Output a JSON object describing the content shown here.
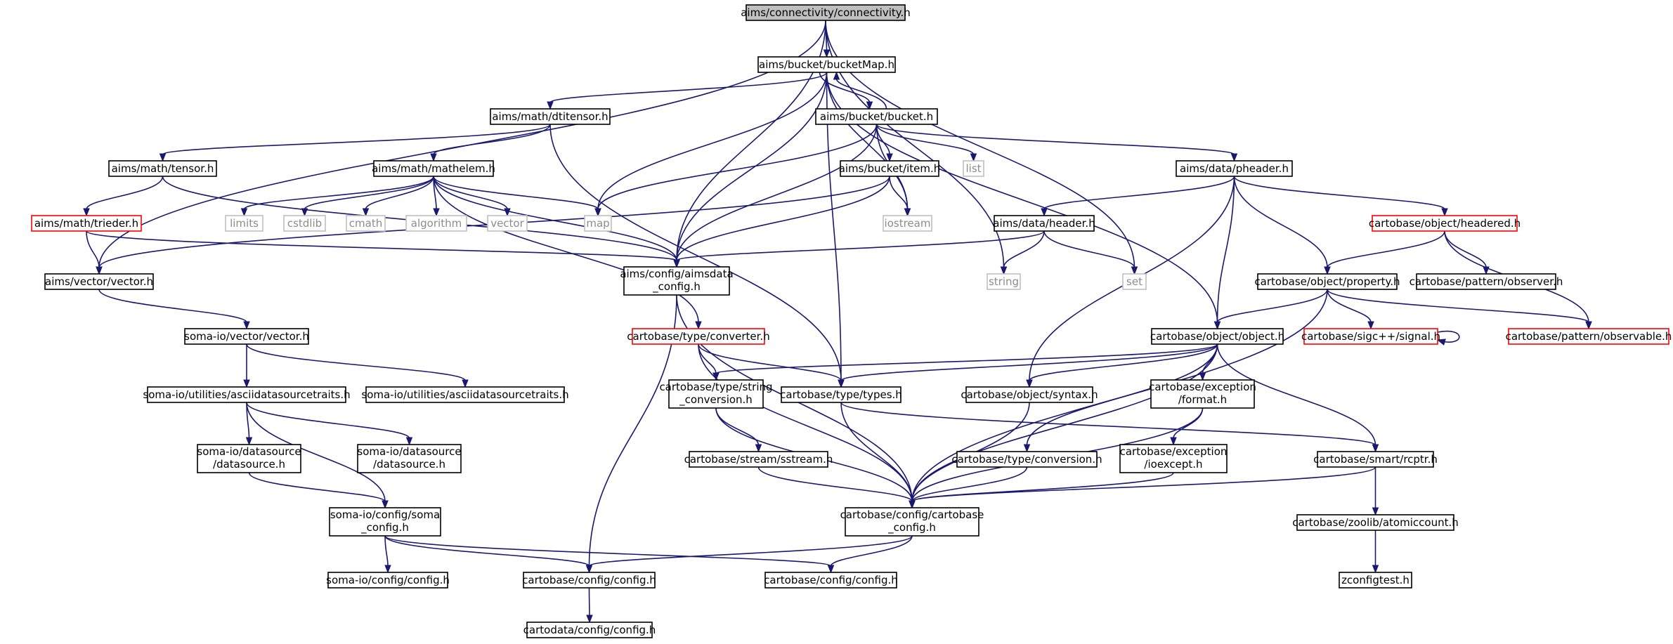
{
  "graph": {
    "nodes": [
      {
        "id": "root",
        "label": [
          "aims/connectivity/connectivity.h"
        ],
        "style": "root"
      },
      {
        "id": "bucketMap",
        "label": [
          "aims/bucket/bucketMap.h"
        ],
        "style": "normal"
      },
      {
        "id": "dtitensor",
        "label": [
          "aims/math/dtitensor.h"
        ],
        "style": "normal"
      },
      {
        "id": "bucket",
        "label": [
          "aims/bucket/bucket.h"
        ],
        "style": "normal"
      },
      {
        "id": "tensor",
        "label": [
          "aims/math/tensor.h"
        ],
        "style": "normal"
      },
      {
        "id": "mathelem",
        "label": [
          "aims/math/mathelem.h"
        ],
        "style": "normal"
      },
      {
        "id": "item",
        "label": [
          "aims/bucket/item.h"
        ],
        "style": "normal"
      },
      {
        "id": "list",
        "label": [
          "list"
        ],
        "style": "system"
      },
      {
        "id": "pheader",
        "label": [
          "aims/data/pheader.h"
        ],
        "style": "normal"
      },
      {
        "id": "trieder",
        "label": [
          "aims/math/trieder.h"
        ],
        "style": "truncated"
      },
      {
        "id": "limits",
        "label": [
          "limits"
        ],
        "style": "system"
      },
      {
        "id": "cstdlib",
        "label": [
          "cstdlib"
        ],
        "style": "system"
      },
      {
        "id": "cmath",
        "label": [
          "cmath"
        ],
        "style": "system"
      },
      {
        "id": "algorithm",
        "label": [
          "algorithm"
        ],
        "style": "system"
      },
      {
        "id": "vector",
        "label": [
          "vector"
        ],
        "style": "system"
      },
      {
        "id": "map",
        "label": [
          "map"
        ],
        "style": "system"
      },
      {
        "id": "iostream",
        "label": [
          "iostream"
        ],
        "style": "system"
      },
      {
        "id": "header",
        "label": [
          "aims/data/header.h"
        ],
        "style": "normal"
      },
      {
        "id": "headered",
        "label": [
          "cartobase/object/headered.h"
        ],
        "style": "truncated"
      },
      {
        "id": "aimsvector",
        "label": [
          "aims/vector/vector.h"
        ],
        "style": "normal"
      },
      {
        "id": "aimsdata_config",
        "label": [
          "aims/config/aimsdata",
          "_config.h"
        ],
        "style": "normal"
      },
      {
        "id": "string",
        "label": [
          "string"
        ],
        "style": "system"
      },
      {
        "id": "set",
        "label": [
          "set"
        ],
        "style": "system"
      },
      {
        "id": "property",
        "label": [
          "cartobase/object/property.h"
        ],
        "style": "normal"
      },
      {
        "id": "observer",
        "label": [
          "cartobase/pattern/observer.h"
        ],
        "style": "normal"
      },
      {
        "id": "somavector",
        "label": [
          "soma-io/vector/vector.h"
        ],
        "style": "normal"
      },
      {
        "id": "converter",
        "label": [
          "cartobase/type/converter.h"
        ],
        "style": "truncated"
      },
      {
        "id": "object",
        "label": [
          "cartobase/object/object.h"
        ],
        "style": "normal"
      },
      {
        "id": "signal",
        "label": [
          "cartobase/sigc++/signal.h"
        ],
        "style": "truncated"
      },
      {
        "id": "observable",
        "label": [
          "cartobase/pattern/observable.h"
        ],
        "style": "truncated"
      },
      {
        "id": "asciitraits1",
        "label": [
          "soma-io/utilities/asciidatasourcetraits.h"
        ],
        "style": "normal"
      },
      {
        "id": "asciitraits2",
        "label": [
          "soma-io/utilities/asciidatasourcetraits.h"
        ],
        "style": "normal"
      },
      {
        "id": "stringconv",
        "label": [
          "cartobase/type/string",
          "_conversion.h"
        ],
        "style": "normal"
      },
      {
        "id": "types",
        "label": [
          "cartobase/type/types.h"
        ],
        "style": "normal"
      },
      {
        "id": "syntax",
        "label": [
          "cartobase/object/syntax.h"
        ],
        "style": "normal"
      },
      {
        "id": "format",
        "label": [
          "cartobase/exception",
          "/format.h"
        ],
        "style": "normal"
      },
      {
        "id": "datasource1",
        "label": [
          "soma-io/datasource",
          "/datasource.h"
        ],
        "style": "normal"
      },
      {
        "id": "datasource2",
        "label": [
          "soma-io/datasource",
          "/datasource.h"
        ],
        "style": "normal"
      },
      {
        "id": "sstream",
        "label": [
          "cartobase/stream/sstream.h"
        ],
        "style": "normal"
      },
      {
        "id": "conversion",
        "label": [
          "cartobase/type/conversion.h"
        ],
        "style": "normal"
      },
      {
        "id": "ioexcept",
        "label": [
          "cartobase/exception",
          "/ioexcept.h"
        ],
        "style": "normal"
      },
      {
        "id": "rcptr",
        "label": [
          "cartobase/smart/rcptr.h"
        ],
        "style": "normal"
      },
      {
        "id": "soma_config",
        "label": [
          "soma-io/config/soma",
          "_config.h"
        ],
        "style": "normal"
      },
      {
        "id": "cartobase_config",
        "label": [
          "cartobase/config/cartobase",
          "_config.h"
        ],
        "style": "normal"
      },
      {
        "id": "atomiccount",
        "label": [
          "cartobase/zoolib/atomiccount.h"
        ],
        "style": "normal"
      },
      {
        "id": "somaconfig",
        "label": [
          "soma-io/config/config.h"
        ],
        "style": "normal"
      },
      {
        "id": "cbconfig1",
        "label": [
          "cartobase/config/config.h"
        ],
        "style": "normal"
      },
      {
        "id": "cbconfig2",
        "label": [
          "cartobase/config/config.h"
        ],
        "style": "normal"
      },
      {
        "id": "zconfigtest",
        "label": [
          "zconfigtest.h"
        ],
        "style": "normal"
      },
      {
        "id": "cartodataconfig",
        "label": [
          "cartodata/config/config.h"
        ],
        "style": "normal"
      }
    ],
    "edges": [
      [
        "root",
        "bucketMap"
      ],
      [
        "root",
        "aimsvector"
      ],
      [
        "root",
        "aimsdata_config"
      ],
      [
        "root",
        "string"
      ],
      [
        "root",
        "set"
      ],
      [
        "bucketMap",
        "dtitensor"
      ],
      [
        "bucketMap",
        "bucket"
      ],
      [
        "bucketMap",
        "map"
      ],
      [
        "bucketMap",
        "aimsdata_config"
      ],
      [
        "bucketMap",
        "iostream"
      ],
      [
        "bucketMap",
        "object"
      ],
      [
        "bucketMap",
        "types"
      ],
      [
        "bucket",
        "bucketMap"
      ],
      [
        "bucket",
        "item"
      ],
      [
        "bucket",
        "list"
      ],
      [
        "bucket",
        "iostream"
      ],
      [
        "bucket",
        "map"
      ],
      [
        "bucket",
        "aimsdata_config"
      ],
      [
        "bucket",
        "pheader"
      ],
      [
        "dtitensor",
        "tensor"
      ],
      [
        "dtitensor",
        "mathelem"
      ],
      [
        "dtitensor",
        "types"
      ],
      [
        "tensor",
        "trieder"
      ],
      [
        "tensor",
        "aimsdata_config"
      ],
      [
        "trieder",
        "aimsvector"
      ],
      [
        "trieder",
        "aimsdata_config"
      ],
      [
        "mathelem",
        "limits"
      ],
      [
        "mathelem",
        "cstdlib"
      ],
      [
        "mathelem",
        "cmath"
      ],
      [
        "mathelem",
        "algorithm"
      ],
      [
        "mathelem",
        "vector"
      ],
      [
        "mathelem",
        "map"
      ],
      [
        "mathelem",
        "aimsdata_config"
      ],
      [
        "mathelem",
        "converter"
      ],
      [
        "item",
        "iostream"
      ],
      [
        "item",
        "aimsvector"
      ],
      [
        "item",
        "aimsdata_config"
      ],
      [
        "pheader",
        "header"
      ],
      [
        "pheader",
        "headered"
      ],
      [
        "pheader",
        "property"
      ],
      [
        "pheader",
        "object"
      ],
      [
        "pheader",
        "syntax"
      ],
      [
        "header",
        "aimsdata_config"
      ],
      [
        "header",
        "string"
      ],
      [
        "header",
        "set"
      ],
      [
        "headered",
        "property"
      ],
      [
        "headered",
        "observer"
      ],
      [
        "headered",
        "observable"
      ],
      [
        "property",
        "object"
      ],
      [
        "property",
        "signal"
      ],
      [
        "property",
        "observable"
      ],
      [
        "property",
        "cartobase_config"
      ],
      [
        "signal",
        "signal"
      ],
      [
        "aimsvector",
        "somavector"
      ],
      [
        "aimsdata_config",
        "cbconfig1"
      ],
      [
        "aimsdata_config",
        "cartobase_config"
      ],
      [
        "somavector",
        "asciitraits1"
      ],
      [
        "somavector",
        "asciitraits2"
      ],
      [
        "asciitraits1",
        "datasource1"
      ],
      [
        "asciitraits1",
        "datasource2"
      ],
      [
        "asciitraits1",
        "soma_config"
      ],
      [
        "datasource1",
        "soma_config"
      ],
      [
        "converter",
        "stringconv"
      ],
      [
        "converter",
        "types"
      ],
      [
        "converter",
        "cartobase_config"
      ],
      [
        "object",
        "stringconv"
      ],
      [
        "object",
        "types"
      ],
      [
        "object",
        "syntax"
      ],
      [
        "object",
        "format"
      ],
      [
        "object",
        "conversion"
      ],
      [
        "object",
        "rcptr"
      ],
      [
        "object",
        "cartobase_config"
      ],
      [
        "stringconv",
        "sstream"
      ],
      [
        "stringconv",
        "cartobase_config"
      ],
      [
        "types",
        "cartobase_config"
      ],
      [
        "types",
        "rcptr"
      ],
      [
        "syntax",
        "cartobase_config"
      ],
      [
        "format",
        "ioexcept"
      ],
      [
        "format",
        "cartobase_config"
      ],
      [
        "sstream",
        "cartobase_config"
      ],
      [
        "conversion",
        "cartobase_config"
      ],
      [
        "ioexcept",
        "cartobase_config"
      ],
      [
        "rcptr",
        "cartobase_config"
      ],
      [
        "rcptr",
        "atomiccount"
      ],
      [
        "atomiccount",
        "zconfigtest"
      ],
      [
        "soma_config",
        "somaconfig"
      ],
      [
        "soma_config",
        "cbconfig1"
      ],
      [
        "soma_config",
        "cbconfig2"
      ],
      [
        "cartobase_config",
        "cbconfig1"
      ],
      [
        "cartobase_config",
        "cbconfig2"
      ],
      [
        "cbconfig1",
        "cartodataconfig"
      ]
    ]
  }
}
